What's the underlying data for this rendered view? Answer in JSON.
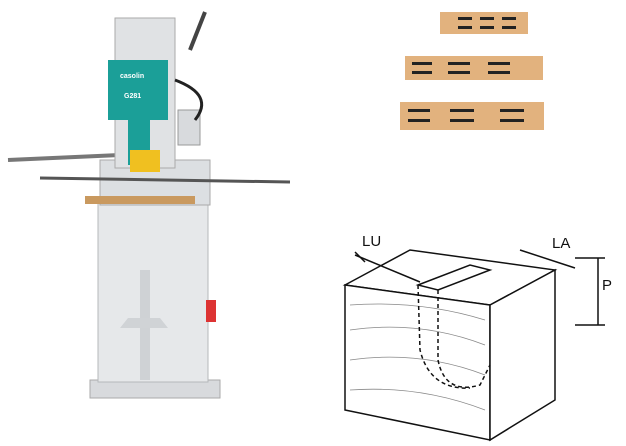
{
  "machine": {
    "brand": "casolin",
    "model": "G281",
    "body_color": "#e4e6e8",
    "accent_color": "#1b9f98"
  },
  "diagram": {
    "labels": {
      "length": "LU",
      "width": "LA",
      "depth": "P"
    }
  },
  "wood_color": "#e2b27e"
}
